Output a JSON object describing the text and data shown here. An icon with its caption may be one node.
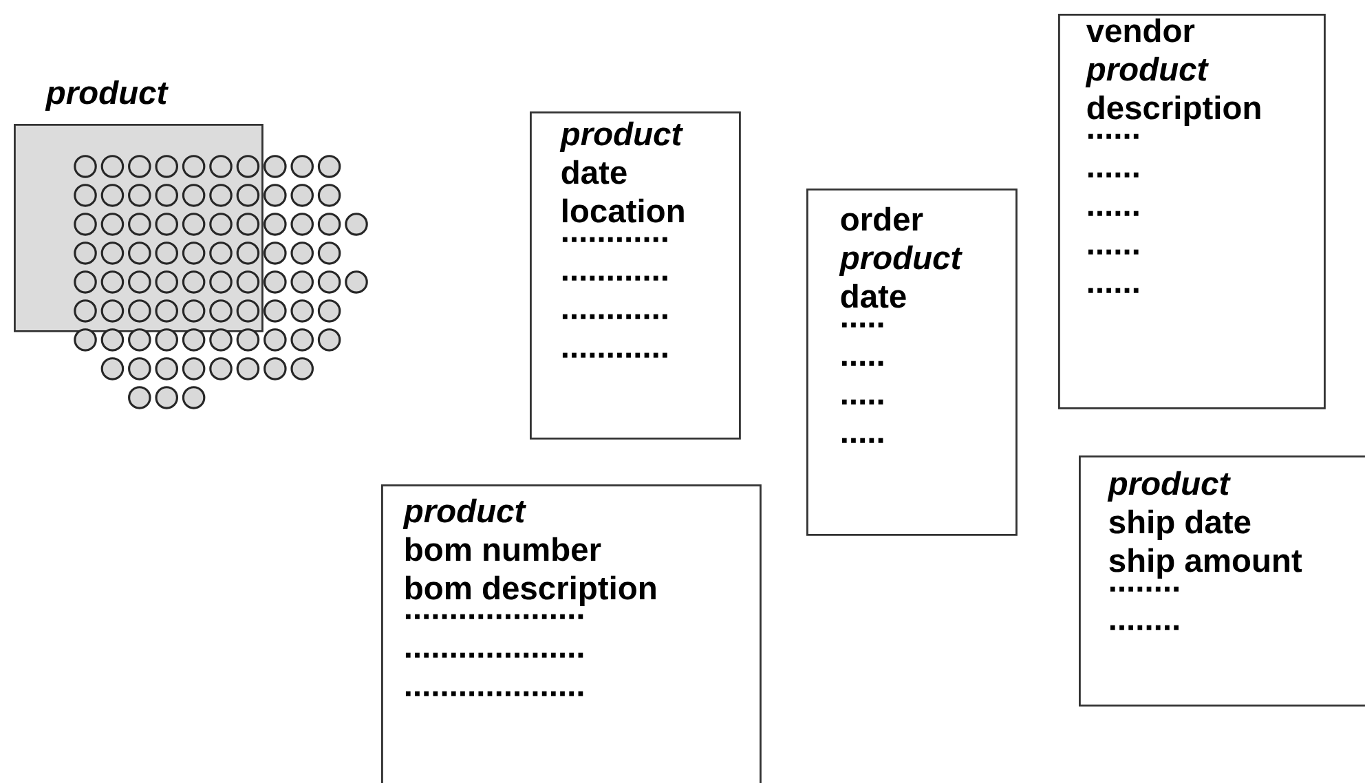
{
  "diagram": {
    "nodes": [
      {
        "text": [
          "*product*"
        ]
      },
      {
        "text": [
          "*product*",
          "date",
          "location",
          "............",
          "............",
          "............",
          "............"
        ]
      },
      {
        "text": [
          "order",
          "*product*",
          "date",
          ".....",
          ".....",
          ".....",
          "....."
        ]
      },
      {
        "text": [
          "vendor",
          "*product*",
          "description",
          "......",
          "......",
          "......",
          "......",
          "......"
        ]
      },
      {
        "text": [
          "*product*",
          "bom number",
          "bom description",
          "....................",
          "....................",
          "...................."
        ]
      },
      {
        "text": [
          "*product*",
          "ship date",
          "ship amount",
          "........",
          "........"
        ]
      }
    ]
  }
}
